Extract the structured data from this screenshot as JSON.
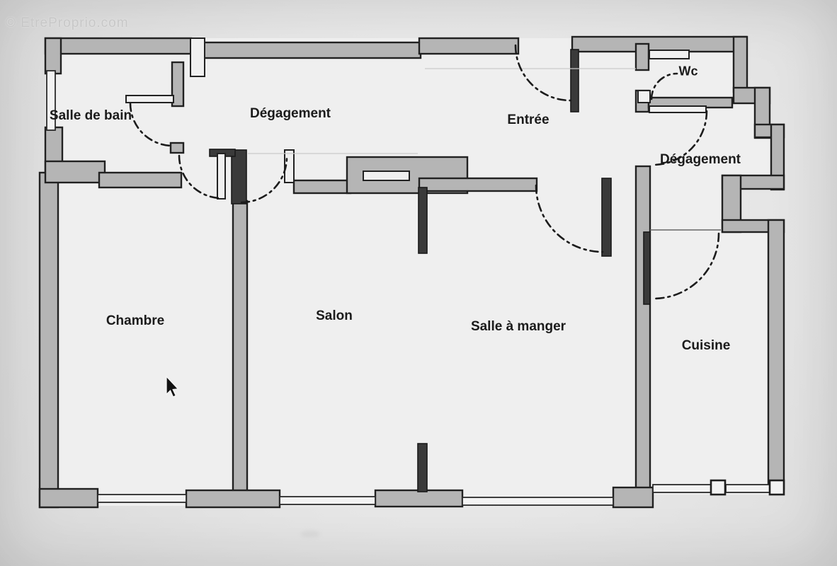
{
  "watermark": {
    "text": "© EtreProprio.com"
  },
  "floor_plan": {
    "type": "apartment-floor-plan",
    "rooms": [
      {
        "name": "salle-de-bain",
        "label": "Salle de bain"
      },
      {
        "name": "degagement",
        "label": "Dégagement"
      },
      {
        "name": "entree",
        "label": "Entrée"
      },
      {
        "name": "wc",
        "label": "Wc"
      },
      {
        "name": "degagement-2",
        "label": "Dégagement"
      },
      {
        "name": "chambre",
        "label": "Chambre"
      },
      {
        "name": "salon",
        "label": "Salon"
      },
      {
        "name": "salle-a-manger",
        "label": "Salle à manger"
      },
      {
        "name": "cuisine",
        "label": "Cuisine"
      }
    ],
    "symbols": {
      "door_arcs": 8,
      "window_symbols": 6
    },
    "colors": {
      "wall_fill": "#b5b5b5",
      "wall_outline": "#212121",
      "floor": "#efefef",
      "background": "#e7e7e7",
      "label_text": "#1b1b1b",
      "watermark_text": "#c6c6c6"
    }
  },
  "cursor": {
    "type": "arrow-pointer"
  }
}
